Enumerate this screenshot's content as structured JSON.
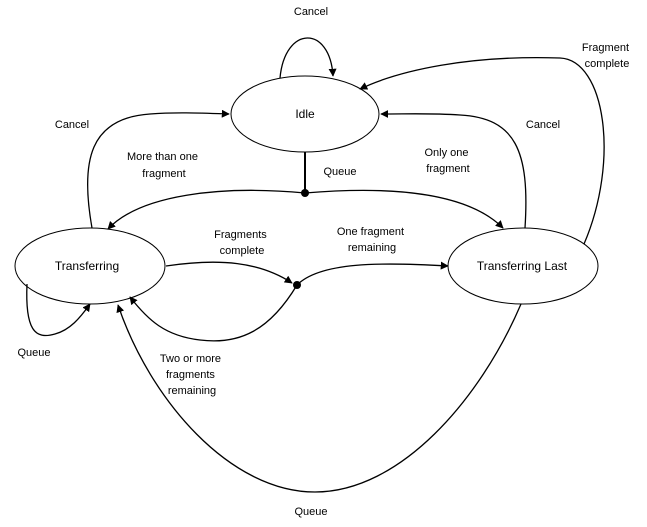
{
  "states": {
    "idle": "Idle",
    "transferring": "Transferring",
    "transferring_last": "Transferring Last"
  },
  "transitions": {
    "idle_self_cancel": "Cancel",
    "fragment_complete": [
      "Fragment",
      "complete"
    ],
    "transferring_cancel": "Cancel",
    "transferring_last_cancel": "Cancel",
    "more_than_one_fragment": [
      "More than one",
      "fragment"
    ],
    "queue_from_idle": "Queue",
    "only_one_fragment": [
      "Only one",
      "fragment"
    ],
    "fragments_complete": [
      "Fragments",
      "complete"
    ],
    "one_fragment_remaining": [
      "One fragment",
      "remaining"
    ],
    "transferring_self_queue": "Queue",
    "two_or_more_fragments_remaining": [
      "Two or more",
      "fragments",
      "remaining"
    ],
    "transferring_last_queue": "Queue"
  }
}
